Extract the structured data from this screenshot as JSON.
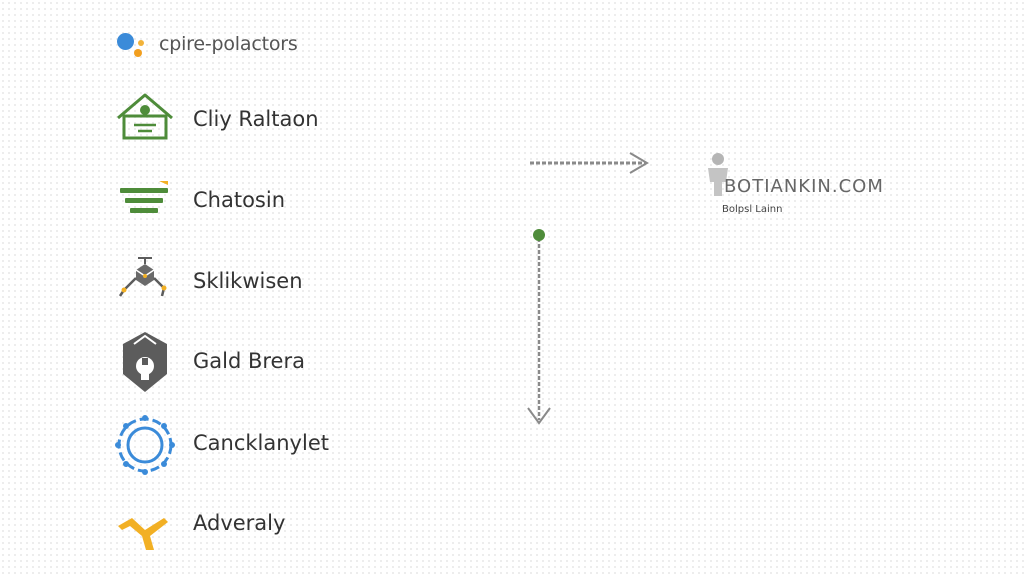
{
  "logo": {
    "brand": "cpire-polactors"
  },
  "items": [
    {
      "label": "Cliy Raltaon",
      "icon": "house-icon"
    },
    {
      "label": "Chatosin",
      "icon": "stacked-bars-icon"
    },
    {
      "label": "Sklikwisen",
      "icon": "robot-arm-icon"
    },
    {
      "label": "Gald Brera",
      "icon": "shield-bulb-icon"
    },
    {
      "label": "Cancklanylet",
      "icon": "gear-ring-icon"
    },
    {
      "label": "Adveraly",
      "icon": "split-arrow-icon"
    }
  ],
  "destination": {
    "domain": "BOTIANKIN.COM",
    "subtitle": "Bolpsl Lainn"
  },
  "colors": {
    "green": "#4e8c3a",
    "blue": "#3b8bd9",
    "orange": "#f2b024",
    "gray": "#5c5c5c",
    "arrow": "#8a8a8a"
  }
}
